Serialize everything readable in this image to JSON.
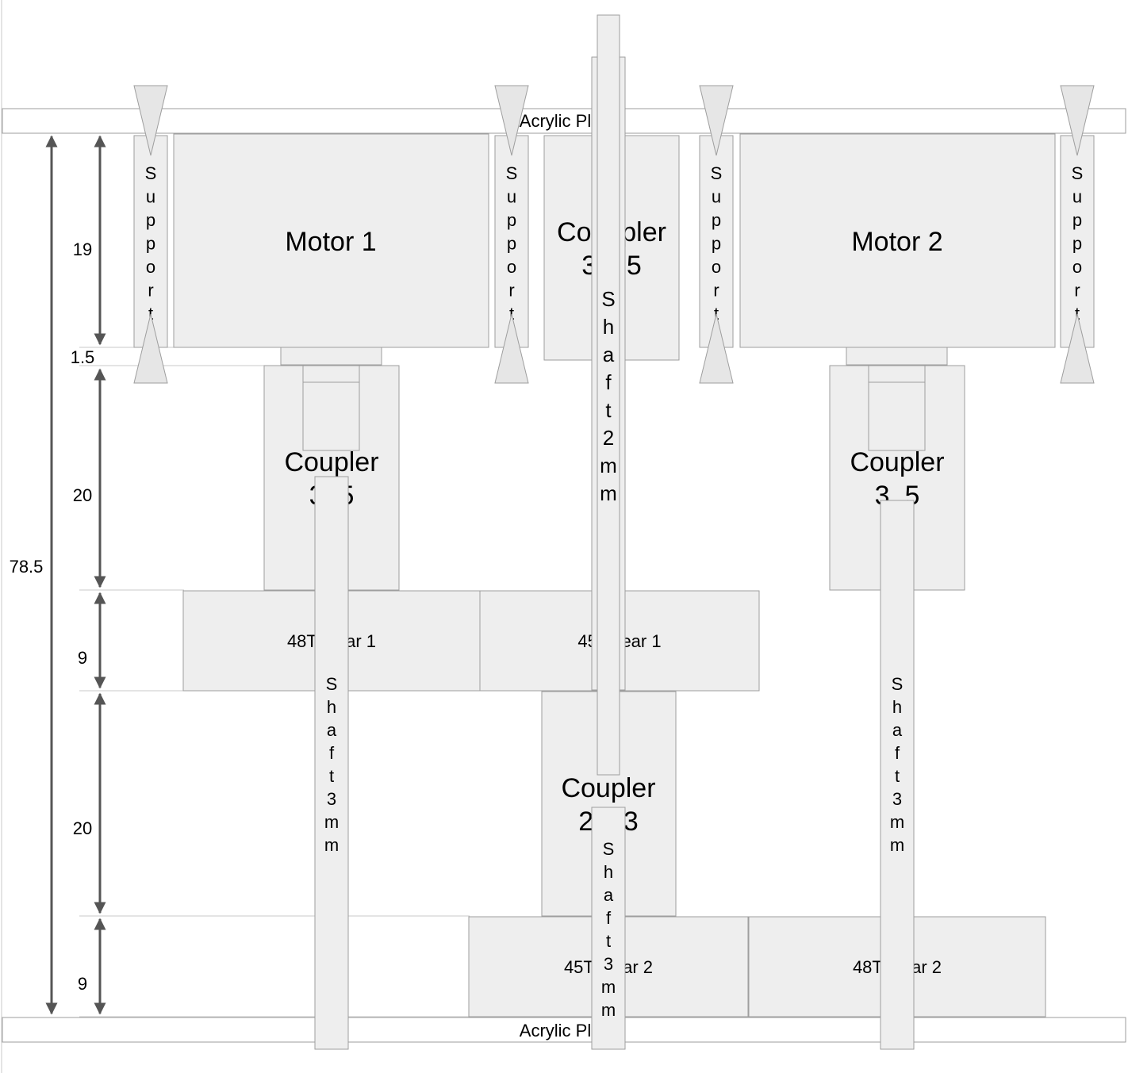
{
  "colors": {
    "part_fill": "#eeeeee",
    "part_stroke": "#9e9e9e",
    "dimension_arrow": "#555555"
  },
  "plates": {
    "top": "Acrylic Pl",
    "bottom": "Acrylic Pl"
  },
  "motors": {
    "motor1": "Motor 1",
    "motor2": "Motor 2"
  },
  "supports": {
    "label": "Support"
  },
  "couplers": {
    "left_line1": "Coupler",
    "left_line2": "3  5",
    "right_line1": "Coupler",
    "right_line2": "3  5",
    "top_center_line1": "Co    pler",
    "top_center_line2": "3    5",
    "bottom_center_line1": "Coupler",
    "bottom_center_line2": "2    3"
  },
  "gears": {
    "g48_1": "48T    ear 1",
    "g45_1": "45     ear 1",
    "g45_2": "45T    ear 2",
    "g48_2": "48T    ear 2"
  },
  "shafts": {
    "left": "Shaft3mm",
    "right": "Shaft3mm",
    "center": "Shaft2mm",
    "center_lower": "Shaft3mm"
  },
  "dimensions": {
    "total": "78.5",
    "motor": "19",
    "gap": "1.5",
    "coupler_upper": "20",
    "gear_upper": "9",
    "coupler_lower": "20",
    "gear_lower": "9"
  }
}
